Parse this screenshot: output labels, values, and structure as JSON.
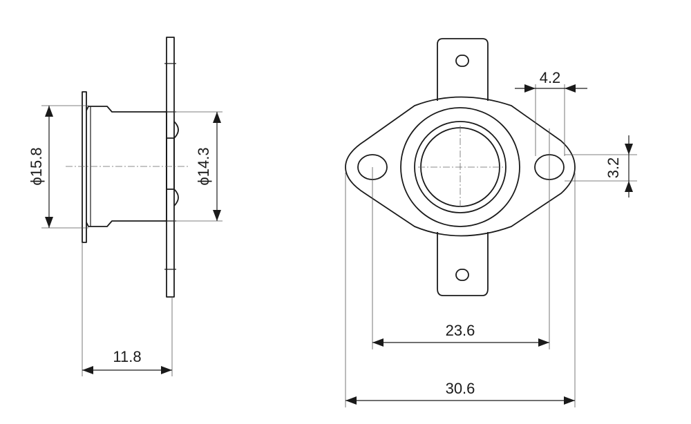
{
  "dimensions": {
    "phi_15_8": "ϕ15.8",
    "phi_14_3": "ϕ14.3",
    "depth_11_8": "11.8",
    "hole_spacing_23_6": "23.6",
    "overall_width_30_6": "30.6",
    "hole_diameter_4_2": "4.2",
    "hole_height_3_2": "3.2"
  },
  "colors": {
    "line": "#1a1a1a",
    "background": "#ffffff"
  }
}
